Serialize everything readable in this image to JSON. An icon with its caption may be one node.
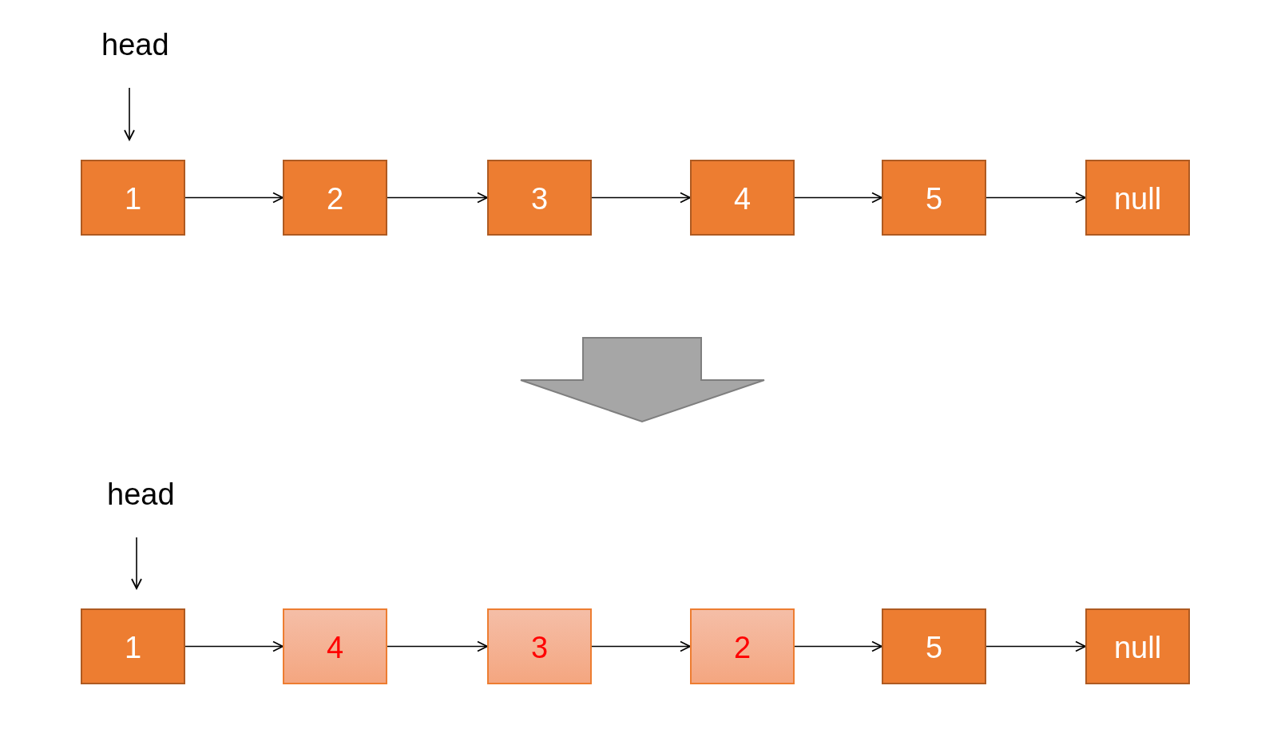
{
  "diagram": {
    "nodes": [
      {
        "text": [
          "head"
        ]
      },
      {
        "text": [
          "1"
        ]
      },
      {
        "text": [
          "2"
        ]
      },
      {
        "text": [
          "3"
        ]
      },
      {
        "text": [
          "4"
        ]
      },
      {
        "text": [
          "5"
        ]
      },
      {
        "text": [
          "null"
        ]
      },
      {
        "text": [
          "head"
        ]
      },
      {
        "text": [
          "1"
        ]
      },
      {
        "text": [
          "4"
        ]
      },
      {
        "text": [
          "3"
        ]
      },
      {
        "text": [
          "2"
        ]
      },
      {
        "text": [
          "5"
        ]
      },
      {
        "text": [
          "null"
        ]
      }
    ],
    "edges": [
      {
        "from": 0,
        "to": 1,
        "arrow": "to"
      },
      {
        "from": 1,
        "to": 2,
        "arrow": "to"
      },
      {
        "from": 2,
        "to": 3,
        "arrow": "to"
      },
      {
        "from": 3,
        "to": 4,
        "arrow": "to"
      },
      {
        "from": 4,
        "to": 5,
        "arrow": "to"
      },
      {
        "from": 5,
        "to": 6,
        "arrow": "to"
      },
      {
        "from": 7,
        "to": 8,
        "arrow": "to"
      },
      {
        "from": 8,
        "to": 9,
        "arrow": "to"
      },
      {
        "from": 9,
        "to": 10,
        "arrow": "to"
      },
      {
        "from": 10,
        "to": 11,
        "arrow": "to"
      },
      {
        "from": 11,
        "to": 12,
        "arrow": "to"
      },
      {
        "from": 12,
        "to": 13,
        "arrow": "to"
      }
    ]
  }
}
